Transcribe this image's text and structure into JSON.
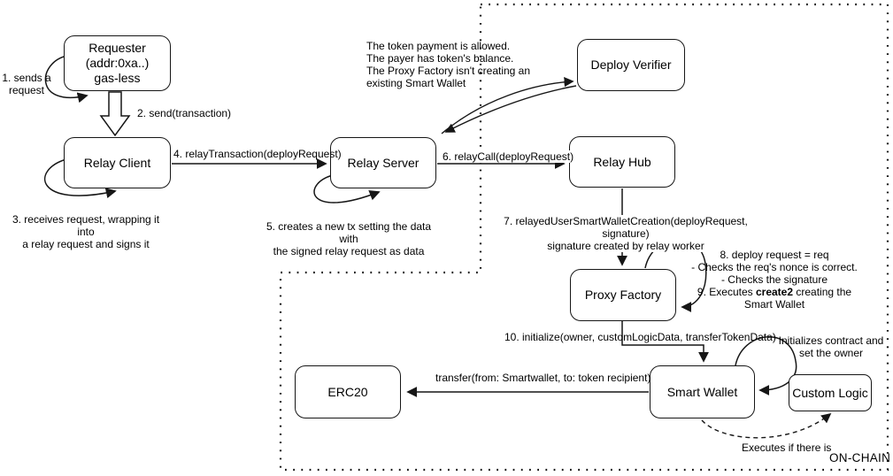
{
  "diagram_title": "Relayed Smart Wallet deployment flow",
  "colors": {
    "line": "#161616",
    "background": "#ffffff",
    "box_fill": "#ffffff",
    "text": "#000000"
  },
  "nodes": {
    "requester": {
      "lines": [
        "Requester",
        "(addr:0xa..)",
        "gas-less"
      ]
    },
    "relay_client": {
      "label": "Relay Client"
    },
    "relay_server": {
      "label": "Relay Server"
    },
    "deploy_verifier": {
      "label": "Deploy Verifier"
    },
    "relay_hub": {
      "label": "Relay Hub"
    },
    "proxy_factory": {
      "label": "Proxy Factory"
    },
    "smart_wallet": {
      "label": "Smart Wallet"
    },
    "custom_logic": {
      "label": "Custom Logic"
    },
    "erc20": {
      "label": "ERC20"
    }
  },
  "labels": {
    "step1": {
      "lines": [
        "1. sends a",
        "request"
      ]
    },
    "step2": "2. send(transaction)",
    "step3": {
      "lines": [
        "3. receives request, wrapping it into",
        "a relay request and signs it"
      ]
    },
    "step4": "4. relayTransaction(deployRequest)",
    "step5": {
      "lines": [
        "5. creates a new tx setting the data with",
        "the signed relay request as data"
      ]
    },
    "verifier_note": {
      "lines": [
        "The token payment is allowed.",
        "The payer has token's balance.",
        "The Proxy Factory isn't creating an",
        "existing Smart Wallet"
      ]
    },
    "step6": "6. relayCall(deployRequest)",
    "step7": {
      "lines": [
        "7. relayedUserSmartWalletCreation(deployRequest, signature)",
        "signature created by relay worker"
      ]
    },
    "step8": {
      "lines": [
        "8. deploy request = req",
        "- Checks the req's nonce is correct.",
        "- Checks the signature"
      ]
    },
    "step9": {
      "prefix": "9. Executes ",
      "bold": "create2",
      "suffix": " creating the",
      "line2": "Smart Wallet"
    },
    "step10": "10. initialize(owner, customLogicData, transferTokenData)",
    "init_note": {
      "lines": [
        "Initializes contract and",
        "set the owner"
      ]
    },
    "transfer_label": "transfer(from: Smartwallet, to: token recipient)",
    "executes_note": "Executes if there is",
    "onchain": "ON-CHAIN"
  }
}
